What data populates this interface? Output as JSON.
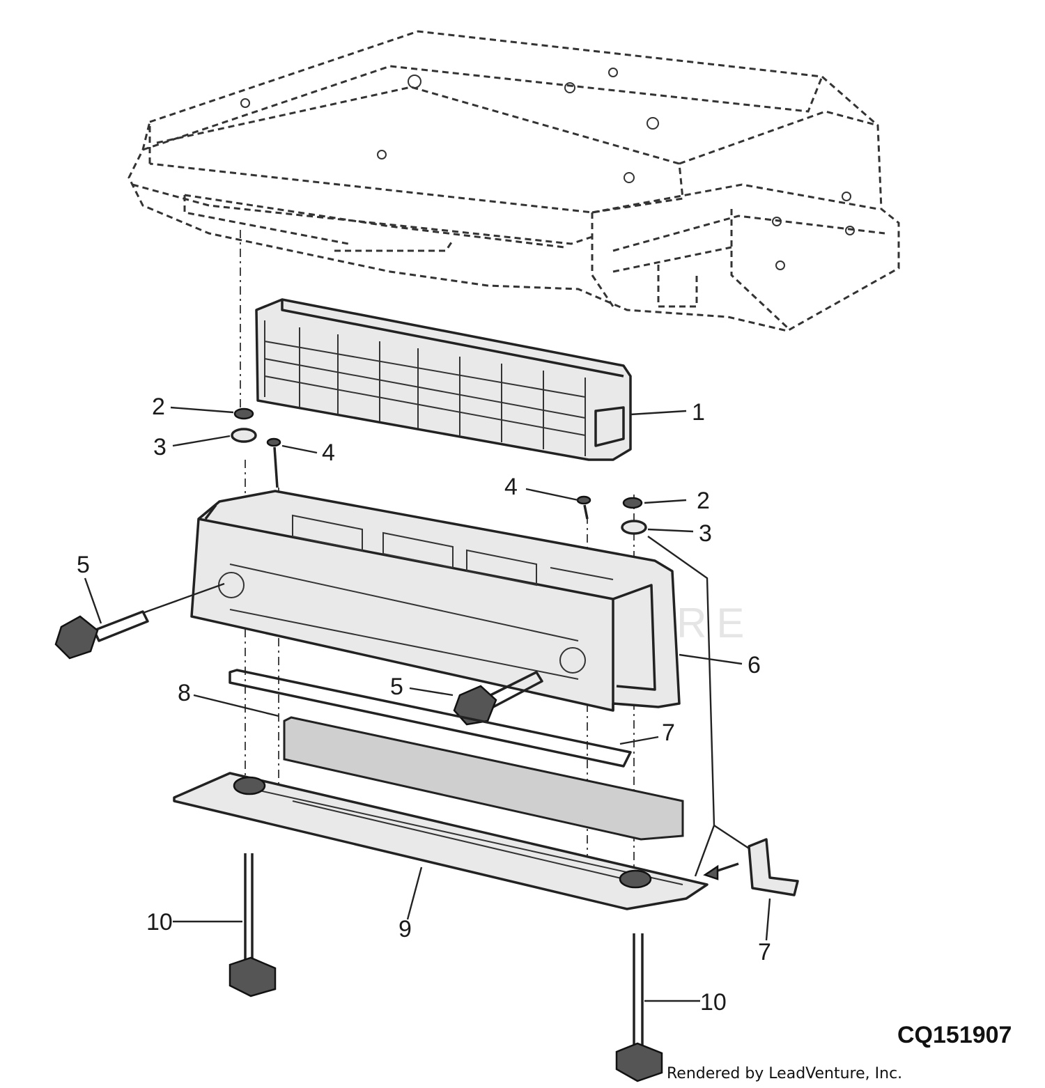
{
  "callouts": [
    {
      "id": "c1",
      "label": "1"
    },
    {
      "id": "c2a",
      "label": "2"
    },
    {
      "id": "c3a",
      "label": "3"
    },
    {
      "id": "c4a",
      "label": "4"
    },
    {
      "id": "c4b",
      "label": "4"
    },
    {
      "id": "c2b",
      "label": "2"
    },
    {
      "id": "c3b",
      "label": "3"
    },
    {
      "id": "c5a",
      "label": "5"
    },
    {
      "id": "c6",
      "label": "6"
    },
    {
      "id": "c5b",
      "label": "5"
    },
    {
      "id": "c8",
      "label": "8"
    },
    {
      "id": "c7a",
      "label": "7"
    },
    {
      "id": "c9",
      "label": "9"
    },
    {
      "id": "c10a",
      "label": "10"
    },
    {
      "id": "c7b",
      "label": "7"
    },
    {
      "id": "c10b",
      "label": "10"
    }
  ],
  "figure_id": "CQ151907",
  "credit": "Rendered by LeadVenture, Inc.",
  "watermark": "LEADVENTURE"
}
